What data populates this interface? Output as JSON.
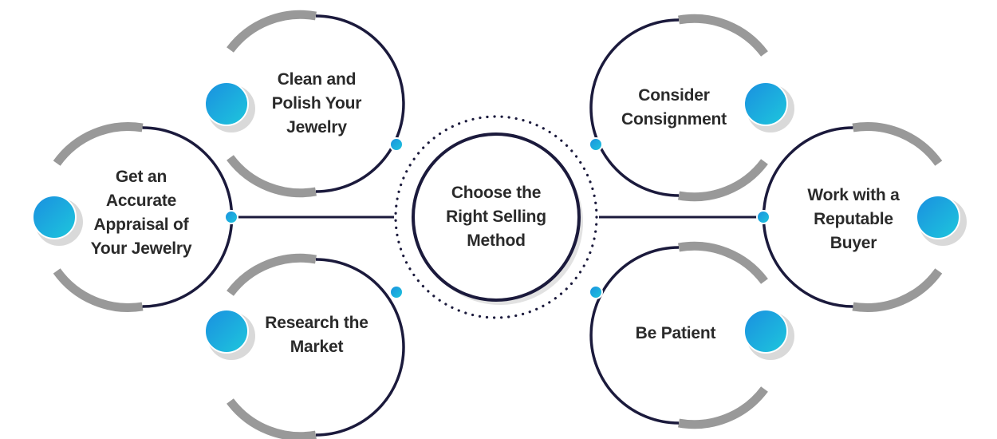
{
  "center": {
    "title": "Choose the Right Selling Method"
  },
  "steps": [
    {
      "id": "appraisal",
      "label": "Get an Accurate Appraisal of Your Jewelry"
    },
    {
      "id": "clean",
      "label": "Clean and Polish Your Jewelry"
    },
    {
      "id": "research",
      "label": "Research the Market"
    },
    {
      "id": "consignment",
      "label": "Consider Consignment"
    },
    {
      "id": "buyer",
      "label": "Work with a Reputable Buyer"
    },
    {
      "id": "patient",
      "label": "Be Patient"
    }
  ],
  "colors": {
    "navy": "#1b1a3c",
    "gray": "#999999",
    "shadow": "#d9d9d9",
    "gradient_start": "#1a8fe0",
    "gradient_end": "#1ec7dc",
    "text": "#2a2a2a"
  }
}
